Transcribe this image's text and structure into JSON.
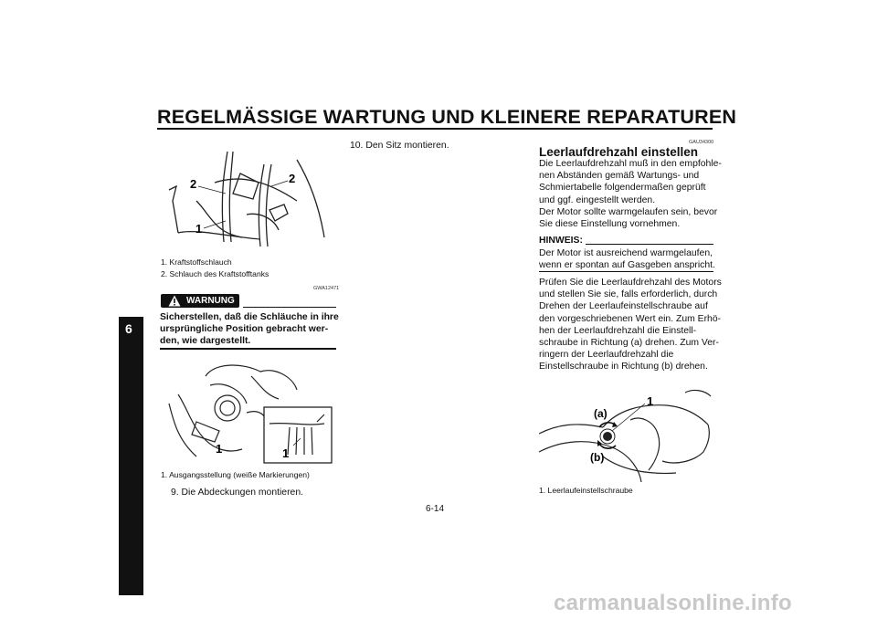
{
  "header": {
    "title": "REGELMÄSSIGE WARTUNG UND KLEINERE REPARATUREN"
  },
  "chapter": "6",
  "left": {
    "fig1": {
      "callout_1": "1",
      "callout_2a": "2",
      "callout_2b": "2"
    },
    "fig1_captions": [
      "1.  Kraftstoffschlauch",
      "2.  Schlauch des Kraftstofftanks"
    ],
    "warning": {
      "code": "GWA12471",
      "label": "WARNUNG",
      "lines": [
        "Sicherstellen, daß die Schläuche in ihre",
        "ursprüngliche Position gebracht wer-",
        "den, wie dargestellt."
      ]
    },
    "fig2": {
      "callout_1a": "1",
      "callout_1b": "1"
    },
    "fig2_caption": "1.  Ausgangsstellung (weiße Markierungen)",
    "step9": "9.  Die Abdeckungen montieren."
  },
  "middle": {
    "step10": "10.  Den Sitz montieren."
  },
  "right": {
    "code": "GAU34300",
    "heading": "Leerlaufdrehzahl einstellen",
    "para1": [
      "Die Leerlaufdrehzahl muß in den empfohle-",
      "nen Abständen gemäß Wartungs- und",
      "Schmiertabelle folgendermaßen geprüft",
      "und ggf. eingestellt werden.",
      "Der Motor sollte warmgelaufen sein, bevor",
      "Sie diese Einstellung vornehmen."
    ],
    "note_label": "HINWEIS:",
    "note": [
      "Der Motor ist ausreichend warmgelaufen,",
      "wenn er spontan auf Gasgeben anspricht."
    ],
    "para2": [
      "Prüfen Sie die Leerlaufdrehzahl des Motors",
      "und stellen Sie sie, falls erforderlich, durch",
      "Drehen der Leerlaufeinstellschraube auf",
      "den vorgeschriebenen Wert ein. Zum Erhö-",
      "hen der Leerlaufdrehzahl die Einstell-",
      "schraube in Richtung (a) drehen. Zum Ver-",
      "ringern der Leerlaufdrehzahl die",
      "Einstellschraube in Richtung (b) drehen."
    ],
    "fig3": {
      "callout_1": "1",
      "label_a": "(a)",
      "label_b": "(b)"
    },
    "fig3_caption": "1.  Leerlaufeinstellschraube"
  },
  "page_number": "6-14",
  "watermark": "carmanualsonline.info"
}
